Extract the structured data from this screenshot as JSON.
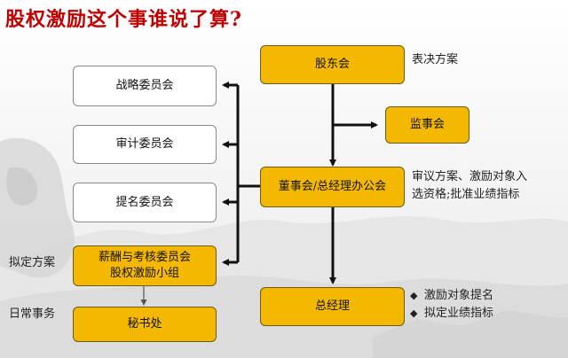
{
  "title": "股权激励这个事谁说了算?",
  "boxes": {
    "shareholders": "股东会",
    "supervisors": "监事会",
    "board": "董事会/总经理办公会",
    "gm": "总经理",
    "strategy": "战略委员会",
    "audit": "审计委员会",
    "nomination": "提名委员会",
    "comp_line1": "薪酬与考核委员会",
    "comp_line2": "股权激励小组",
    "secretariat": "秘书处"
  },
  "notes": {
    "shareholders": "表决方案",
    "board_line1": "审议方案、激励对象入",
    "board_line2": "选资格;批准业绩指标",
    "draft": "拟定方案",
    "daily": "日常事务"
  },
  "gm_bullets": [
    "激励对象提名",
    "拟定业绩指标"
  ],
  "colors": {
    "title": "#c00000",
    "gold_box": "#f5b800",
    "arrow": "#111111"
  },
  "icons": {
    "bullet": "diamond-bullet-icon"
  }
}
